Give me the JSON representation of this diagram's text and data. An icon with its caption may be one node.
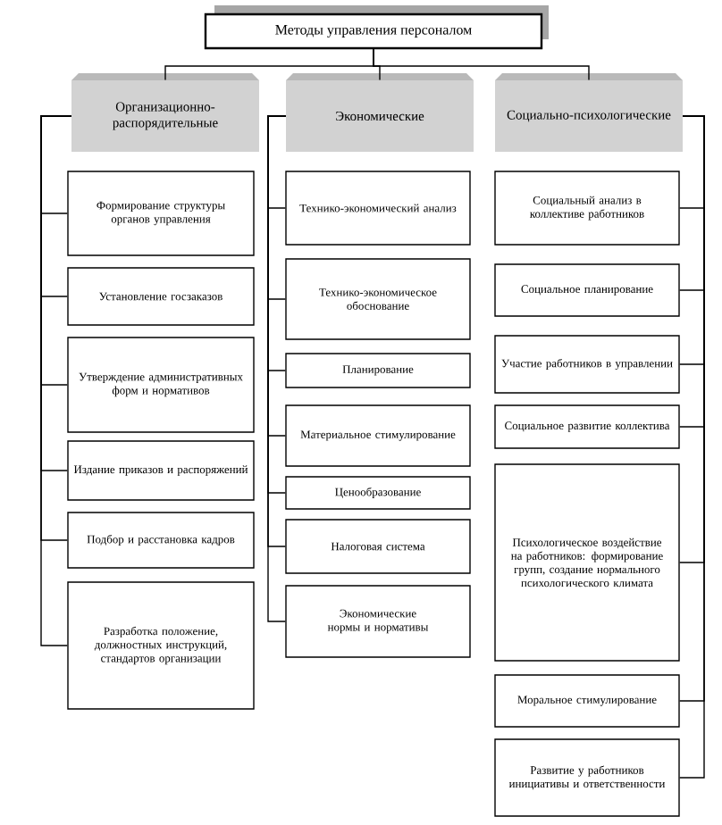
{
  "diagram": {
    "nodes": [
      {
        "text": [
          "Методы управления персоналом"
        ]
      },
      {
        "text": [
          "Организационно-распорядительные"
        ]
      },
      {
        "text": [
          "Экономические"
        ]
      },
      {
        "text": [
          "Социально-психологические"
        ]
      },
      {
        "text": [
          "Формирование структуры органов управления"
        ]
      },
      {
        "text": [
          "Установление госзаказов"
        ]
      },
      {
        "text": [
          "Утверждение административных форм и нормативов"
        ]
      },
      {
        "text": [
          "Издание приказов и распоряжений"
        ]
      },
      {
        "text": [
          "Подбор и расстановка кадров"
        ]
      },
      {
        "text": [
          "Разработка положение, должностных инструкций, стандартов организации"
        ]
      },
      {
        "text": [
          "Технико-экономический анализ"
        ]
      },
      {
        "text": [
          "Технико-экономическое обоснование"
        ]
      },
      {
        "text": [
          "Планирование"
        ]
      },
      {
        "text": [
          "Материальное стимулирование"
        ]
      },
      {
        "text": [
          "Ценообразование"
        ]
      },
      {
        "text": [
          "Налоговая система"
        ]
      },
      {
        "text": [
          "Экономические нормы и нормативы"
        ]
      },
      {
        "text": [
          "Социальный анализ в коллективе работников"
        ]
      },
      {
        "text": [
          "Социальное планирование"
        ]
      },
      {
        "text": [
          "Участие работников в управлении"
        ]
      },
      {
        "text": [
          "Социальное развитие коллектива"
        ]
      },
      {
        "text": [
          "Психологическое воздействие на работников: формирование групп, создание нормального психологического климата"
        ]
      },
      {
        "text": [
          "Моральное стимулирование"
        ]
      },
      {
        "text": [
          "Развитие у работников инициативы и ответственности"
        ]
      }
    ],
    "edges": [
      {
        "from": 0,
        "to": 1,
        "arrow": "none"
      },
      {
        "from": 0,
        "to": 2,
        "arrow": "none"
      },
      {
        "from": 0,
        "to": 3,
        "arrow": "none"
      },
      {
        "from": 1,
        "to": 4,
        "arrow": "none"
      },
      {
        "from": 1,
        "to": 5,
        "arrow": "none"
      },
      {
        "from": 1,
        "to": 6,
        "arrow": "none"
      },
      {
        "from": 1,
        "to": 7,
        "arrow": "none"
      },
      {
        "from": 1,
        "to": 8,
        "arrow": "none"
      },
      {
        "from": 1,
        "to": 9,
        "arrow": "none"
      },
      {
        "from": 2,
        "to": 10,
        "arrow": "none"
      },
      {
        "from": 2,
        "to": 11,
        "arrow": "none"
      },
      {
        "from": 2,
        "to": 12,
        "arrow": "none"
      },
      {
        "from": 2,
        "to": 13,
        "arrow": "none"
      },
      {
        "from": 2,
        "to": 14,
        "arrow": "none"
      },
      {
        "from": 2,
        "to": 15,
        "arrow": "none"
      },
      {
        "from": 2,
        "to": 16,
        "arrow": "none"
      },
      {
        "from": 3,
        "to": 17,
        "arrow": "none"
      },
      {
        "from": 3,
        "to": 18,
        "arrow": "none"
      },
      {
        "from": 3,
        "to": 19,
        "arrow": "none"
      },
      {
        "from": 3,
        "to": 20,
        "arrow": "none"
      },
      {
        "from": 3,
        "to": 21,
        "arrow": "none"
      },
      {
        "from": 3,
        "to": 22,
        "arrow": "none"
      },
      {
        "from": 3,
        "to": 23,
        "arrow": "none"
      }
    ]
  }
}
